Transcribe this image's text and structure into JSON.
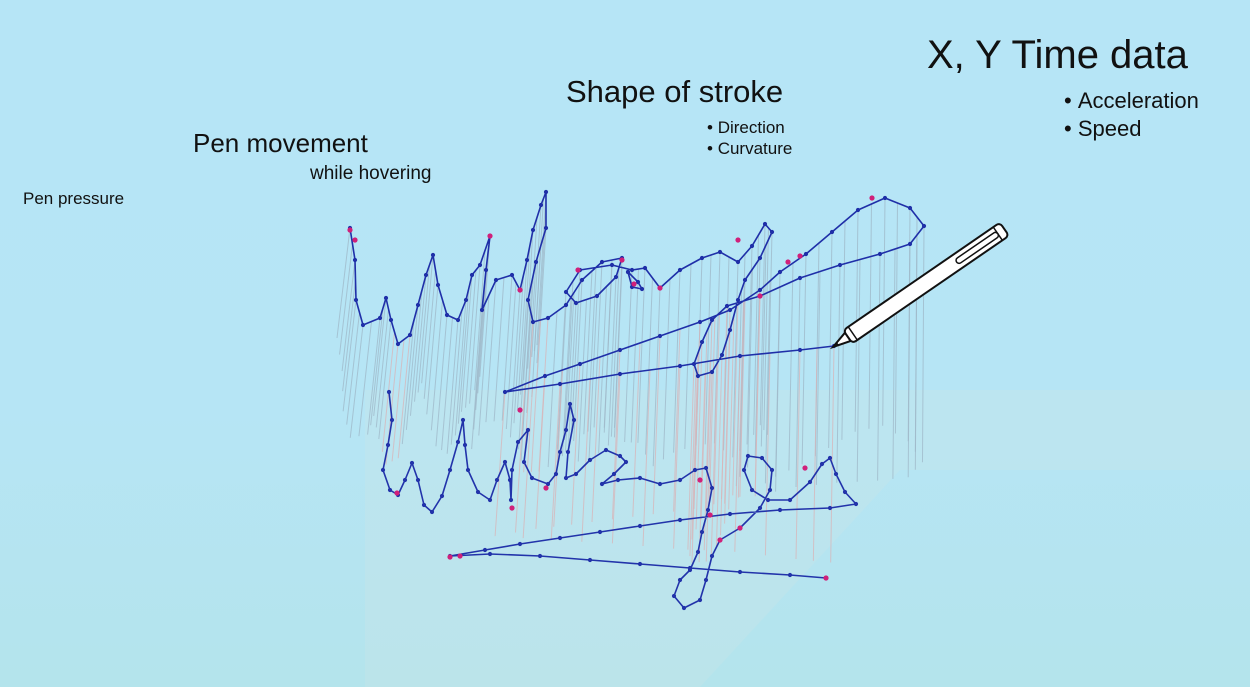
{
  "labels": {
    "xy_title": "X, Y Time data",
    "xy_bullets": [
      "Acceleration",
      "Speed"
    ],
    "shape_title": "Shape of stroke",
    "shape_bullets": [
      "Direction",
      "Curvature"
    ],
    "movement_title": "Pen movement",
    "movement_sub": "while hovering",
    "pressure": "Pen pressure"
  },
  "colors": {
    "background": "#b6e5f6",
    "upper_stroke": "#1f2fa8",
    "lower_stroke": "#2233aa",
    "pressure_point": "#d0207a",
    "connector_upper": "#9fb8c8",
    "connector_lower": "#d8b4b8",
    "pen_body": "#ffffff",
    "pen_outline": "#111111"
  },
  "icons": [
    "stylus-pen-icon"
  ]
}
